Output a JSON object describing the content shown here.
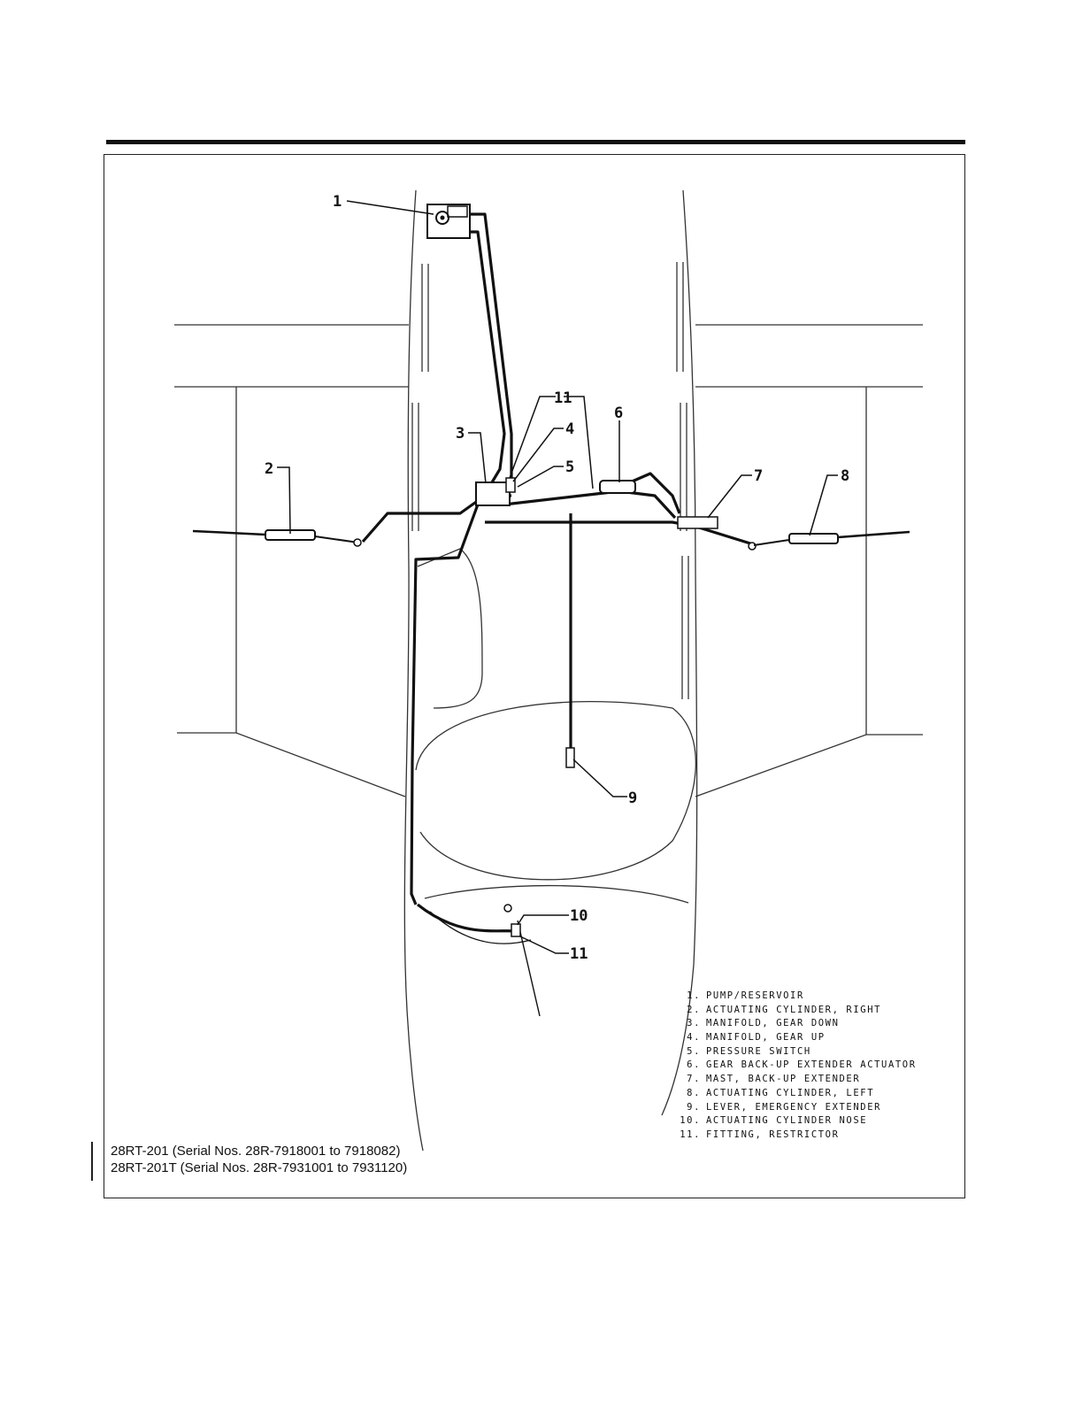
{
  "diagram": {
    "callouts": [
      "1",
      "2",
      "3",
      "11",
      "4",
      "5",
      "6",
      "7",
      "8",
      "9",
      "10",
      "11"
    ]
  },
  "legend": [
    {
      "num": "1.",
      "text": "PUMP/RESERVOIR"
    },
    {
      "num": "2.",
      "text": "ACTUATING CYLINDER, RIGHT"
    },
    {
      "num": "3.",
      "text": "MANIFOLD, GEAR DOWN"
    },
    {
      "num": "4.",
      "text": "MANIFOLD, GEAR UP"
    },
    {
      "num": "5.",
      "text": "PRESSURE SWITCH"
    },
    {
      "num": "6.",
      "text": "GEAR BACK-UP EXTENDER ACTUATOR"
    },
    {
      "num": "7.",
      "text": "MAST, BACK-UP EXTENDER"
    },
    {
      "num": "8.",
      "text": "ACTUATING CYLINDER, LEFT"
    },
    {
      "num": "9.",
      "text": "LEVER, EMERGENCY EXTENDER"
    },
    {
      "num": "10.",
      "text": "ACTUATING CYLINDER NOSE"
    },
    {
      "num": "11.",
      "text": "FITTING, RESTRICTOR"
    }
  ],
  "caption": {
    "line1": "28RT-201 (Serial Nos. 28R-7918001 to 7918082)",
    "line2": "28RT-201T (Serial Nos. 28R-7931001 to 7931120)"
  }
}
